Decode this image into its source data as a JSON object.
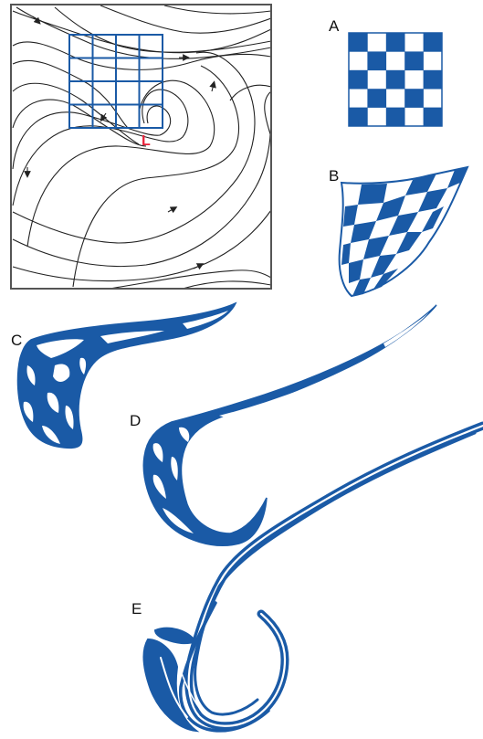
{
  "low_label": "L",
  "panels": [
    {
      "key": "A",
      "label": "A"
    },
    {
      "key": "B",
      "label": "B"
    },
    {
      "key": "C",
      "label": "C"
    },
    {
      "key": "D",
      "label": "D"
    },
    {
      "key": "E",
      "label": "E"
    }
  ],
  "colors": {
    "fill": "#1a5aa6",
    "streamline": "#222222",
    "frame": "#555555",
    "low_marker": "#e8233a"
  }
}
